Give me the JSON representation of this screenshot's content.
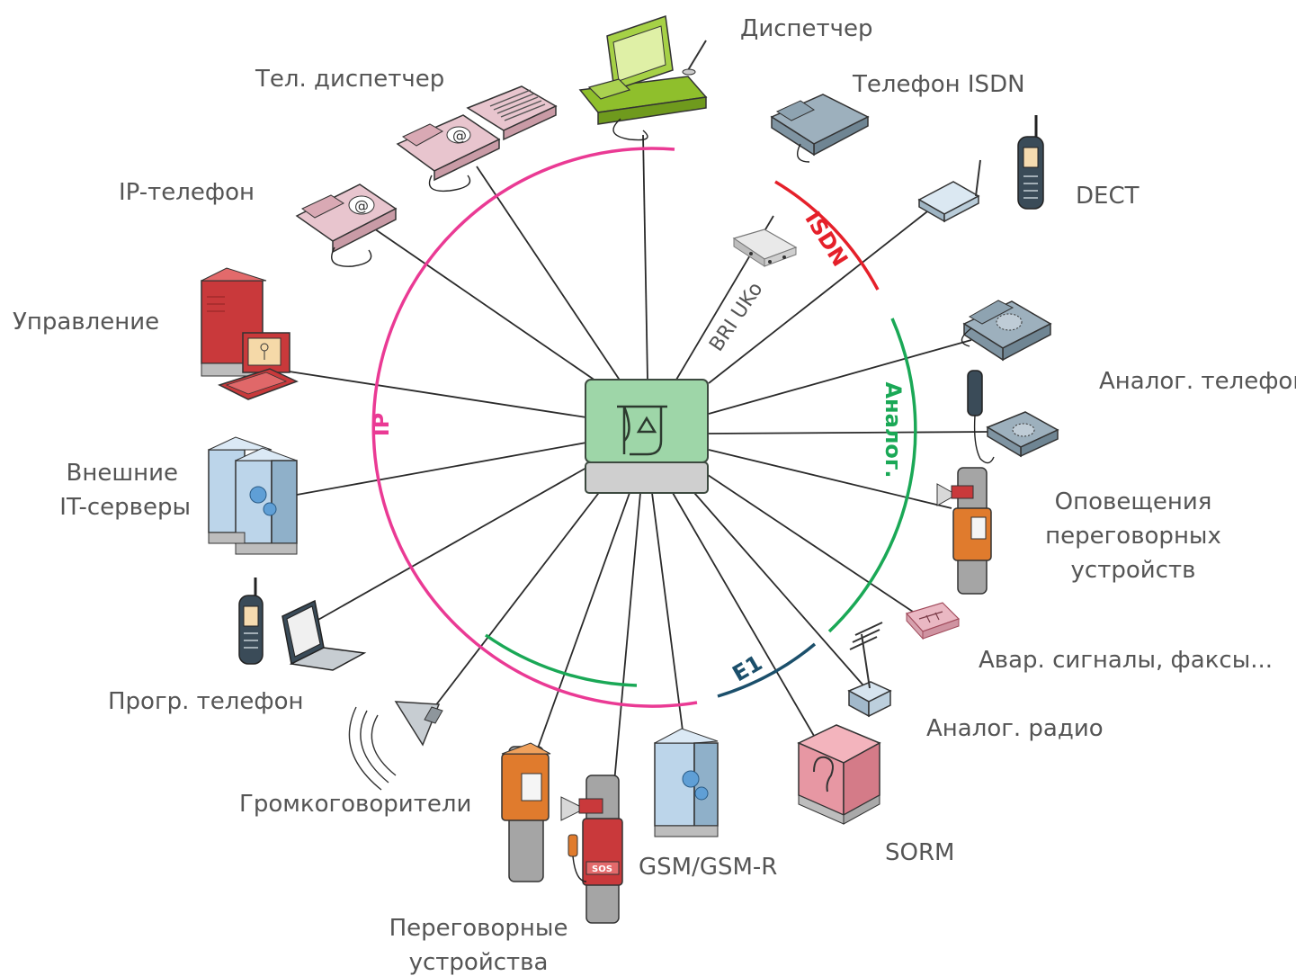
{
  "colors": {
    "ip": "#ea3a94",
    "isdn": "#e5202a",
    "analog": "#1aa856",
    "e1": "#1b4f6b",
    "hub": "#9ed6a8",
    "line": "#2b2b2b",
    "label": "#555555"
  },
  "segments": {
    "ip": "IP",
    "isdn": "ISDN",
    "analog": "Аналог.",
    "e1": "E1"
  },
  "labels": {
    "dispatcher": "Диспетчер",
    "tel_dispatcher": "Тел. диспетчер",
    "isdn_phone": "Телефон ISDN",
    "dect": "DECT",
    "ip_phone": "IP-телефон",
    "management": "Управление",
    "analog_phone": "Аналог. телефон",
    "external_it_1": "Внешние",
    "external_it_2": "IT-серверы",
    "paging_1": "Оповещения",
    "paging_2": "переговорных",
    "paging_3": "устройств",
    "alarms": "Авар. сигналы, факсы...",
    "analog_radio": "Аналог. радио",
    "prog_phone": "Прогр. телефон",
    "loudspeakers": "Громкоговорители",
    "gsm": "GSM/GSM-R",
    "sorm": "SORM",
    "intercoms_1": "Переговорные",
    "intercoms_2": "устройства",
    "bri": "BRI UKo"
  },
  "icons": [
    "dispatcher-console-icon",
    "sip-phone-icon",
    "terminal-icon",
    "isdn-phone-icon",
    "bri-adapter-icon",
    "dect-base-icon",
    "dect-handset-icon",
    "analog-phone-icon",
    "analog-handset-icon",
    "management-workstation-icon",
    "server-icon",
    "paging-column-icon",
    "alarm-modem-icon",
    "radio-antenna-icon",
    "mobile-phone-icon",
    "laptop-icon",
    "loudspeaker-icon",
    "intercom-column-icon",
    "sos-column-icon",
    "gsm-server-icon",
    "sorm-box-icon",
    "hub-logo-icon"
  ]
}
